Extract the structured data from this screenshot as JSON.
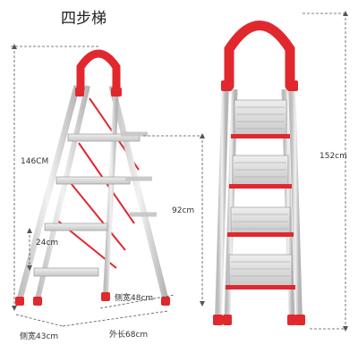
{
  "product": {
    "title": "四步梯",
    "steps": 4
  },
  "dimensions": {
    "total_height_folded_view": "146CM",
    "standing_height": "92cm",
    "step_spacing": "24cm",
    "side_width": "侧宽48cm",
    "bottom_side_width": "侧宽43cm",
    "outer_length": "外长68cm",
    "total_height_front_view": "152cm"
  },
  "colors": {
    "frame": "#d9d9d9",
    "frame_edge": "#9a9a9a",
    "accent_red": "#e0282e",
    "guide_line": "#555555"
  }
}
